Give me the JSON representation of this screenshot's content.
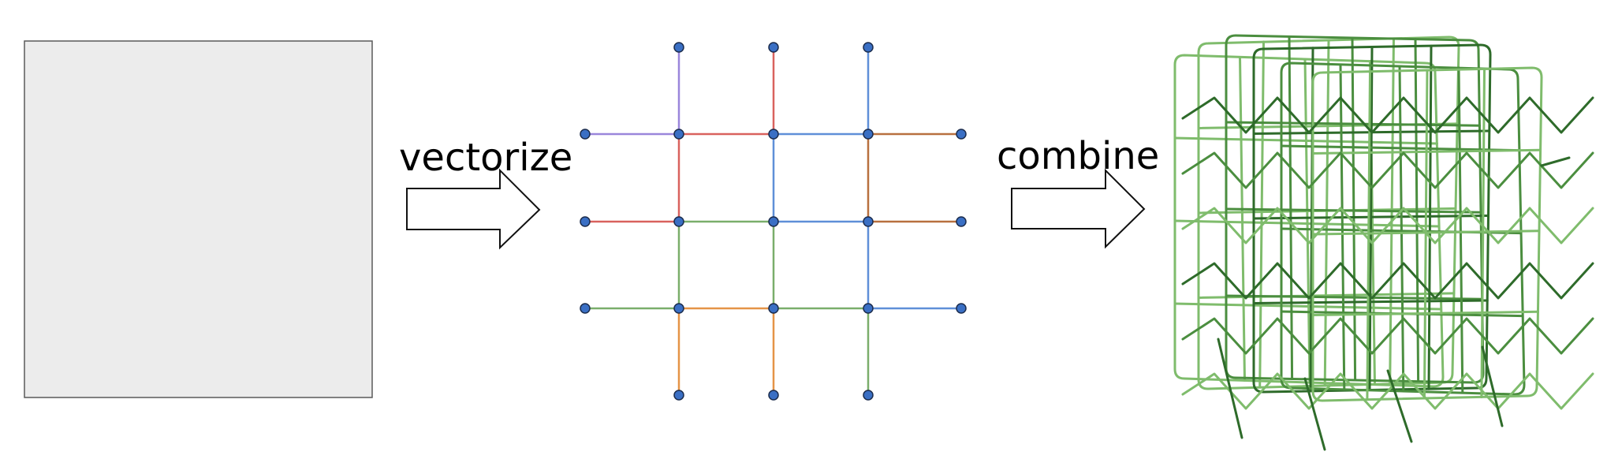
{
  "steps": {
    "first": {
      "label": "vectorize"
    },
    "second": {
      "label": "combine"
    }
  },
  "colors": {
    "panel_fill": "#ececec",
    "panel_stroke": "#5a5a5a",
    "node_fill": "#3a6fc4",
    "node_stroke": "#1b2c4d",
    "arrow_fill": "#ffffff",
    "arrow_stroke": "#111111",
    "edge_palette": [
      "#9a86db",
      "#d9625e",
      "#5f8fd8",
      "#b8703f",
      "#7aae6b",
      "#e59447"
    ],
    "cage_dark": "#2e6b2a",
    "cage_mid": "#4b8e3f",
    "cage_light": "#7fbc6c"
  },
  "icons": {
    "input_panel": "blank-square",
    "graph": "grid-graph",
    "output": "wireframe-cube",
    "arrow": "outline-right-arrow"
  }
}
